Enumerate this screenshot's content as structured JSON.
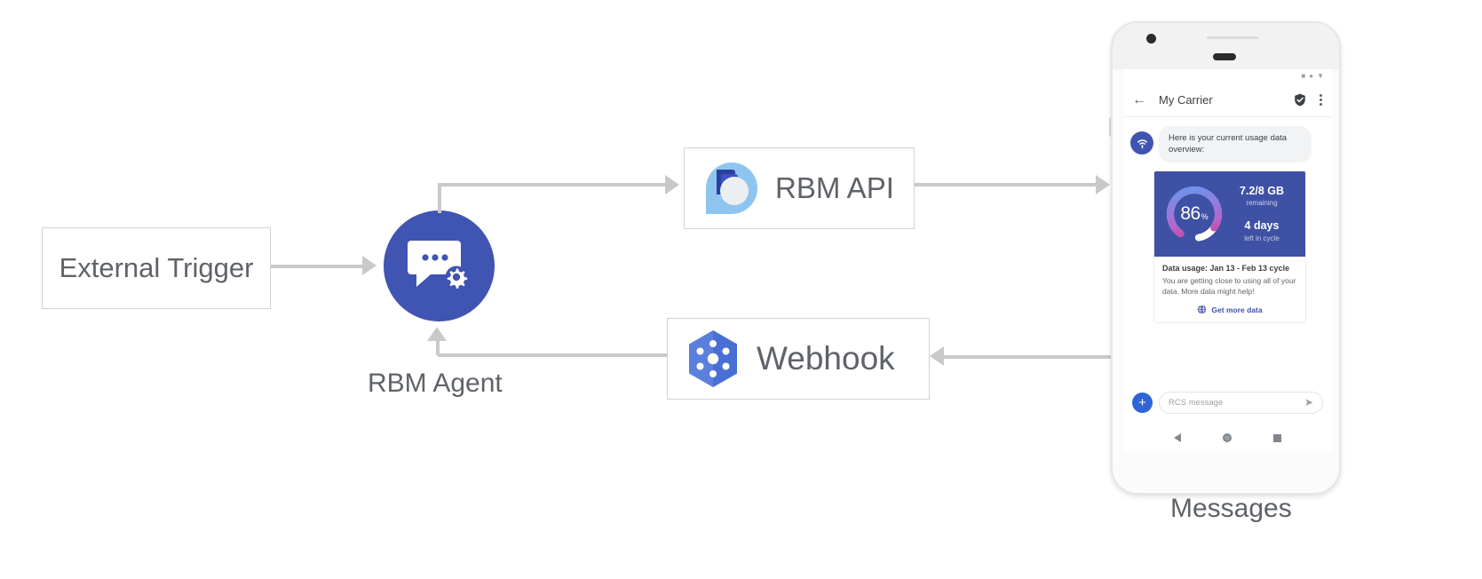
{
  "diagram": {
    "external_trigger": {
      "label": "External Trigger"
    },
    "rbm_agent": {
      "label": "RBM Agent",
      "icon": "chat-gear-icon"
    },
    "rbm_api": {
      "label": "RBM API",
      "icon": "rbm-api-logo-icon"
    },
    "webhook": {
      "label": "Webhook",
      "icon": "cloud-functions-hexagon-icon"
    },
    "device_label": "Messages",
    "colors": {
      "agent_blue": "#4054b2",
      "card_blue": "#3f51a5",
      "connector_gray": "#c9c9c9",
      "box_border": "#d2d2d2",
      "link_blue": "#3f51a5",
      "plus_blue": "#2f64d6"
    }
  },
  "phone": {
    "status_bar": {
      "icons": [
        "signal-icon",
        "wifi-dot-icon",
        "battery-icon"
      ]
    },
    "app_bar": {
      "back_icon": "back-arrow-icon",
      "title": "My Carrier",
      "verified_icon": "verified-shield-icon",
      "overflow_icon": "overflow-menu-icon"
    },
    "conversation": {
      "avatar_icon": "carrier-signal-avatar-icon",
      "bubble_text": "Here is your current usage data overview:",
      "card": {
        "gauge": {
          "value": "86",
          "unit": "%",
          "percent": 86
        },
        "stats": [
          {
            "big": "7.2/8 GB",
            "small": "remaining"
          },
          {
            "big": "4 days",
            "small": "left in cycle"
          }
        ],
        "title": "Data usage: Jan 13 - Feb 13 cycle",
        "description": "You are getting close to using all of your data. More data might help!",
        "action": {
          "icon": "globe-icon",
          "label": "Get more data"
        }
      }
    },
    "composer": {
      "plus_icon": "plus-icon",
      "placeholder": "RCS message",
      "send_icon": "send-icon"
    },
    "nav_bar": {
      "back": "nav-back-icon",
      "home": "nav-home-icon",
      "recents": "nav-recents-icon"
    }
  }
}
